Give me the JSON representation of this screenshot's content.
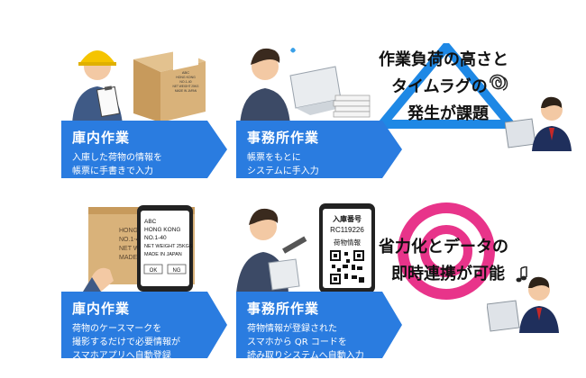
{
  "panels": [
    {
      "title": "庫内作業",
      "desc": "入庫した荷物の情報を\n帳票に手書きで入力"
    },
    {
      "title": "事務所作業",
      "desc": "帳票をもとに\nシステムに手入力"
    },
    {
      "title": "庫内作業",
      "desc": "荷物のケースマークを\n撮影するだけで必要情報が\nスマホアプリへ自動登録"
    },
    {
      "title": "事務所作業",
      "desc": "荷物情報が登録された\nスマホから QR コードを\n読み取りシステムへ自動入力"
    }
  ],
  "top_message": {
    "line1": "作業負荷の高さと",
    "line2": "タイムラグの",
    "line3": "発生が課題"
  },
  "bottom_message": {
    "line1": "省力化とデータの",
    "line2": "即時連携が可能"
  },
  "box_label": {
    "l1": "ABC",
    "l2": "HONG KONG",
    "l3": "NO.1-40",
    "l4": "NET WEIGHT 25KG",
    "l5": "MADE IN JAPAN"
  },
  "phone_screen": {
    "l1": "ABC",
    "l2": "HONG KONG",
    "l3": "NO.1-40",
    "l4": "NET WEIGHT 25KGS",
    "l5": "MADE IN JAPAN",
    "ok": "OK",
    "ng": "NG"
  },
  "carton_label": {
    "l1": "HONG KONG",
    "l2": "NO.1-40",
    "l3": "NET WEIGHT 25K",
    "l4": "MADE IN JAPAN"
  },
  "qr_phone": {
    "header": "入庫番号",
    "number": "RC119226",
    "caption": "荷物情報"
  },
  "colors": {
    "panel_blue": "#2a7ce0",
    "triangle_blue": "#1e88e5",
    "target_pink": "#e8348a",
    "suit_navy": "#1f2f5c",
    "helmet": "#f5c400",
    "carton": "#d9b27a"
  }
}
